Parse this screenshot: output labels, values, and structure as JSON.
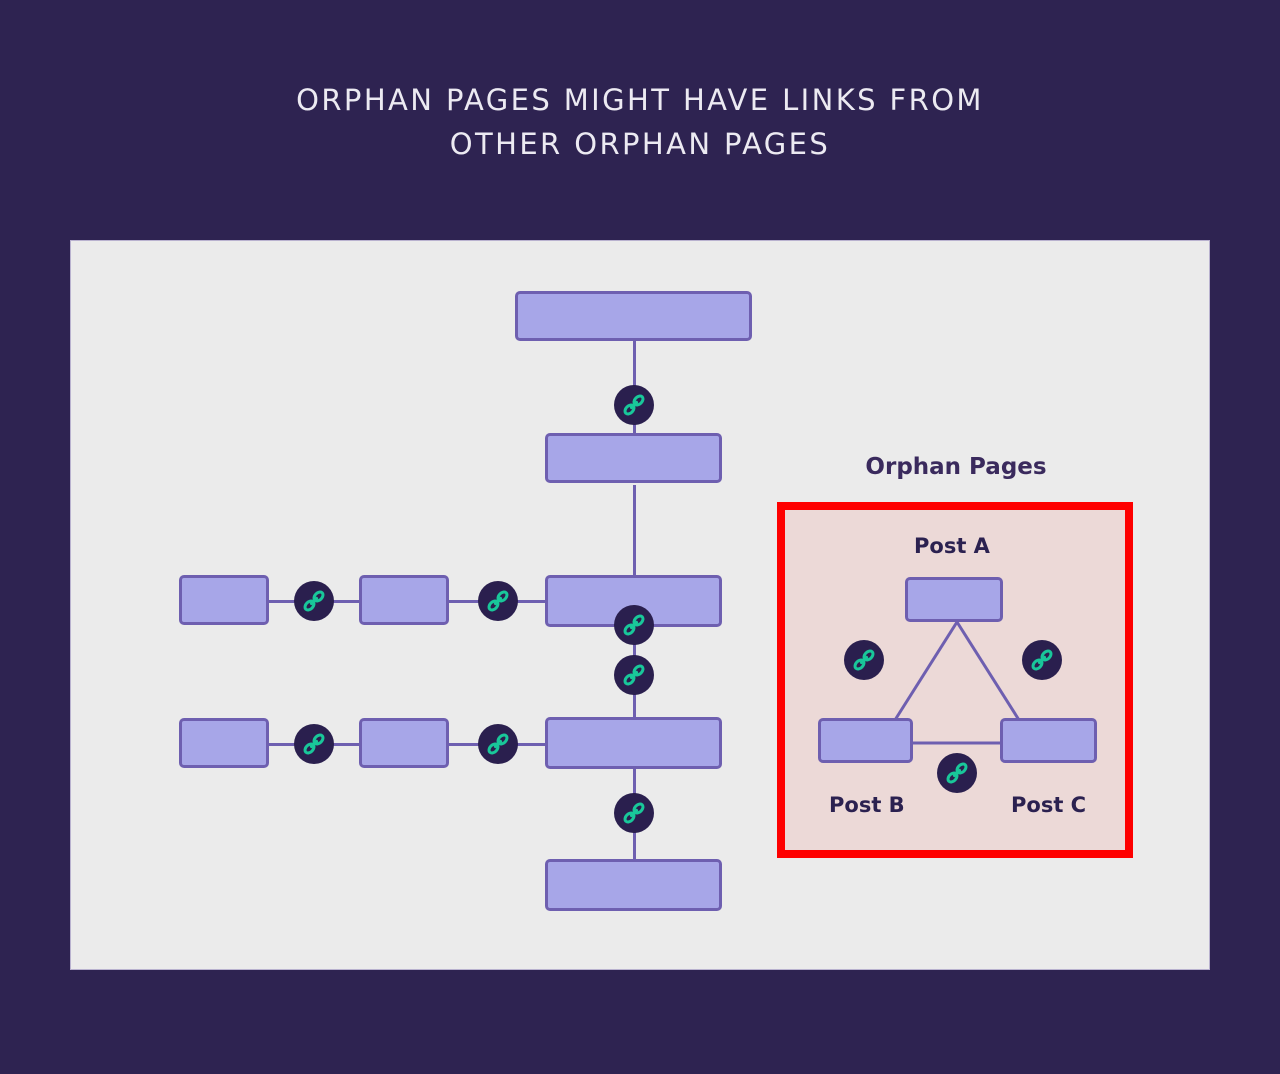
{
  "page": {
    "background_color": "#2e2351",
    "panel_color": "#ebebeb"
  },
  "title": {
    "line1": "ORPHAN PAGES MIGHT HAVE LINKS FROM",
    "line2": "OTHER ORPHAN PAGES",
    "color": "#eceaf2"
  },
  "colors": {
    "node_fill": "#a7a6e8",
    "node_border": "#6e5fb0",
    "chain_circle": "#2a1f4e",
    "chain_link": "#19c79a",
    "orphan_border": "#fe0000",
    "orphan_fill": "#ecd9d7",
    "label_text": "#2b2150"
  },
  "icons": {
    "chain": "link-chain-icon"
  },
  "site_structure": {
    "description": "Internal link structure tree with linked pages",
    "nodes": [
      {
        "id": "node-top",
        "label": ""
      },
      {
        "id": "node-level2",
        "label": ""
      },
      {
        "id": "node-level3",
        "label": ""
      },
      {
        "id": "node-level4",
        "label": ""
      },
      {
        "id": "node-bottom",
        "label": ""
      },
      {
        "id": "node-row1-left1",
        "label": ""
      },
      {
        "id": "node-row1-left2",
        "label": ""
      },
      {
        "id": "node-row2-left1",
        "label": ""
      },
      {
        "id": "node-row2-left2",
        "label": ""
      }
    ],
    "link_badge_count": 8
  },
  "orphan_section": {
    "heading": "Orphan Pages",
    "posts": [
      {
        "id": "post-a",
        "label": "Post A"
      },
      {
        "id": "post-b",
        "label": "Post B"
      },
      {
        "id": "post-c",
        "label": "Post C"
      }
    ],
    "link_badge_count": 3
  }
}
